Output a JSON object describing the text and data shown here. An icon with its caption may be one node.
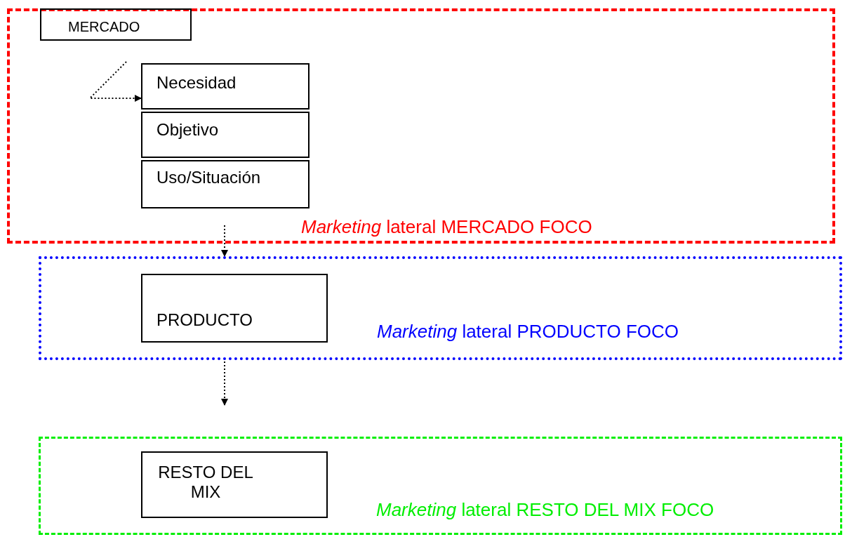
{
  "diagram": {
    "nodes": [
      {
        "text": [
          "*Marketing* lateral MERCADO FOCO"
        ]
      },
      {
        "text": [
          "MERCADO"
        ],
        "in": 0
      },
      {
        "text": [
          "Necesidad"
        ],
        "in": 0
      },
      {
        "text": [
          "Objetivo"
        ],
        "in": 0
      },
      {
        "text": [
          "Uso/Situación"
        ],
        "in": 0
      },
      {
        "text": [
          "*Marketing* lateral PRODUCTO FOCO"
        ]
      },
      {
        "text": [
          "PRODUCTO"
        ],
        "in": 5
      },
      {
        "text": [
          "*Marketing* lateral RESTO DEL MIX FOCO"
        ]
      },
      {
        "text": [
          "RESTO DEL MIX"
        ],
        "in": 7
      }
    ],
    "edges": [
      {
        "from": null,
        "to": 2,
        "arrow": "to",
        "style": "dashed"
      },
      {
        "from": 4,
        "to": 5,
        "arrow": "to",
        "style": "dashed"
      },
      {
        "from": 5,
        "to": 7,
        "arrow": "to",
        "style": "dashed"
      }
    ]
  }
}
